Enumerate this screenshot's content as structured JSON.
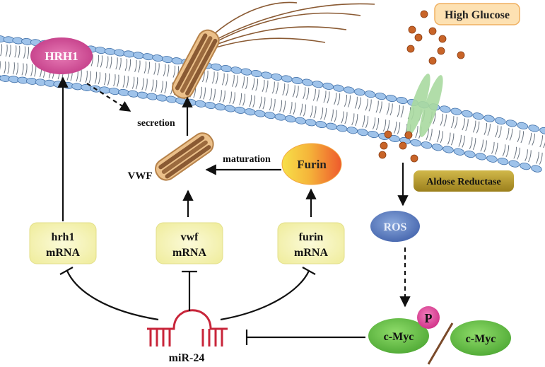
{
  "labels": {
    "hrh1_receptor": "HRH1",
    "high_glucose": "High Glucose",
    "secretion": "secretion",
    "maturation": "maturation",
    "vwf": "VWF",
    "furin": "Furin",
    "aldose_reductase": "Aldose Reductase",
    "ros": "ROS",
    "phospho": "P",
    "cmyc_phospho": "c-Myc",
    "cmyc": "c-Myc",
    "mirna": "miR-24"
  },
  "mrna_boxes": [
    {
      "line1": "hrh1",
      "line2": "mRNA"
    },
    {
      "line1": "vwf",
      "line2": "mRNA"
    },
    {
      "line1": "furin",
      "line2": "mRNA"
    }
  ],
  "colors": {
    "membrane_head": "#9fc3ea",
    "membrane_head_stroke": "#3f6fa8",
    "hrh1": "#d94c9a",
    "vwf_fill": "#ebc08a",
    "vwf_fiber": "#8a5a33",
    "mrna_box": "#f3f1b6",
    "high_glucose_box": "#fce0b0",
    "glucose_dot": "#c86428",
    "channel": "#a6d79e",
    "aldose_reductase": "#b89b2d",
    "ros": "#5c80c4",
    "cmyc": "#6cc24a",
    "phospho": "#e0489b",
    "mirna": "#c8253a",
    "arrow": "#111111"
  }
}
